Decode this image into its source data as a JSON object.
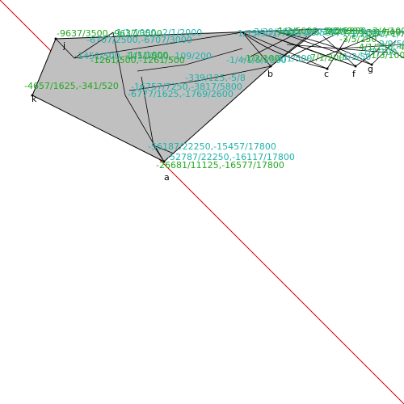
{
  "colors": {
    "region_fill": "#c0c0c0",
    "edge": "#000000",
    "diagonal": "#cc0000",
    "label_teal": "#20b2aa",
    "label_green": "#22a822"
  },
  "vertex_labels": {
    "a": "a",
    "b": "b",
    "c": "c",
    "f": "f",
    "g": "g",
    "j": "j",
    "k": "k"
  },
  "coordinate_labels": {
    "c01": "-9637/3500,-9637/3500",
    "c02": "-6707/2500,-6707/3000",
    "c03": "-1451/500,-1451/500,-109/200",
    "c04": "-1261/500,-1261/500",
    "c05": "-4657/1625,-341/520",
    "c06": "-339/125,-5/8",
    "c07": "-16757/7250,-3817/5800",
    "c08": "-6777/1625,-1769/2600",
    "c09": "-56187/22250,-15457/17800",
    "c10": "-52787/22250,-16117/17800",
    "c11": "-26681/11125,-16577/17800"
  }
}
